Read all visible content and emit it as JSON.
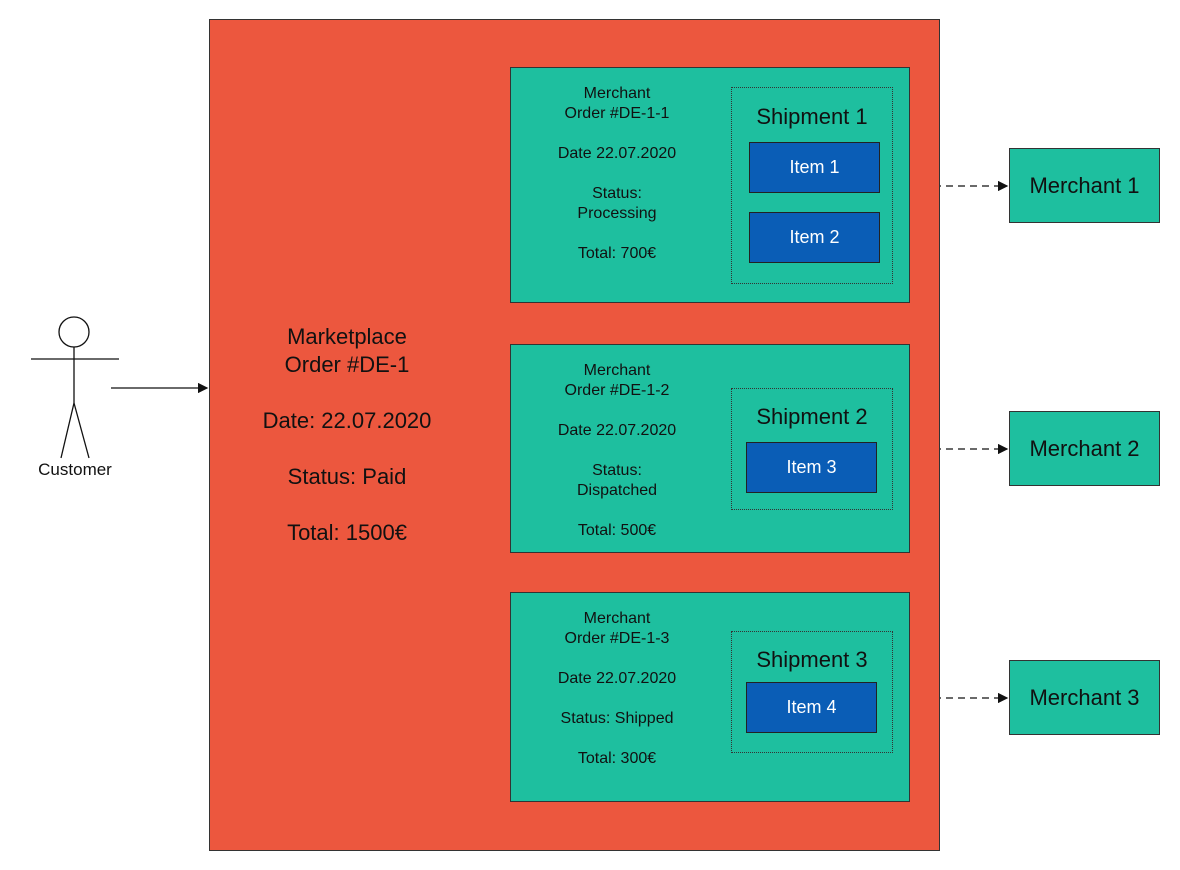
{
  "customer": {
    "label": "Customer"
  },
  "marketplace_order": {
    "title_line1": "Marketplace",
    "title_line2": "Order #DE-1",
    "date": "Date: 22.07.2020",
    "status": "Status: Paid",
    "total": "Total: 1500€"
  },
  "merchant_orders": [
    {
      "line1": "Merchant",
      "line2": "Order  #DE-1-1",
      "date": "Date 22.07.2020",
      "status_line1": "Status:",
      "status_line2": "Processing",
      "total": "Total: 700€",
      "shipment": {
        "title": "Shipment 1",
        "items": [
          "Item 1",
          "Item 2"
        ]
      },
      "merchant": "Merchant 1"
    },
    {
      "line1": "Merchant",
      "line2": "Order  #DE-1-2",
      "date": "Date 22.07.2020",
      "status_line1": "Status:",
      "status_line2": "Dispatched",
      "total": "Total: 500€",
      "shipment": {
        "title": "Shipment 2",
        "items": [
          "Item 3"
        ]
      },
      "merchant": "Merchant 2"
    },
    {
      "line1": "Merchant",
      "line2": "Order  #DE-1-3",
      "date": "Date 22.07.2020",
      "status_line1": "Status: Shipped",
      "total": "Total: 300€",
      "shipment": {
        "title": "Shipment 3",
        "items": [
          "Item 4"
        ]
      },
      "merchant": "Merchant 3"
    }
  ],
  "colors": {
    "marketplace_fill": "#ec573e",
    "merchant_fill": "#1ebf9f",
    "item_fill": "#0a5db6",
    "line": "#333333"
  }
}
